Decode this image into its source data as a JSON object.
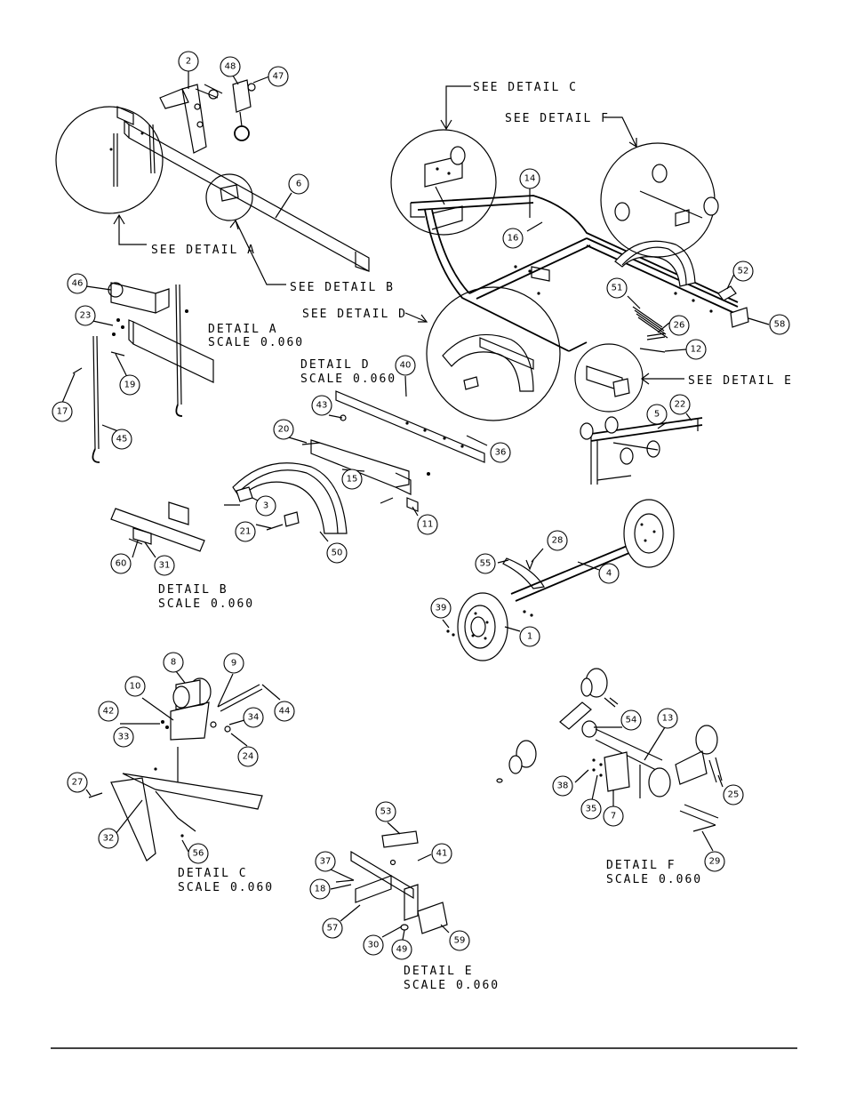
{
  "callouts": [
    "2",
    "48",
    "47",
    "6",
    "46",
    "23",
    "17",
    "19",
    "45",
    "60",
    "31",
    "43",
    "20",
    "40",
    "36",
    "15",
    "3",
    "21",
    "50",
    "11",
    "14",
    "16",
    "52",
    "51",
    "26",
    "58",
    "12",
    "5",
    "22",
    "28",
    "55",
    "4",
    "39",
    "1",
    "8",
    "9",
    "10",
    "42",
    "33",
    "34",
    "44",
    "24",
    "27",
    "32",
    "56",
    "53",
    "41",
    "37",
    "18",
    "57",
    "30",
    "49",
    "59",
    "54",
    "13",
    "38",
    "35",
    "7",
    "25",
    "29"
  ],
  "labels": {
    "see_detail_a": "SEE DETAIL  A",
    "see_detail_b": "SEE DETAIL  B",
    "see_detail_c": "SEE DETAIL  C",
    "see_detail_d": "SEE DETAIL  D",
    "see_detail_e": "SEE DETAIL  E",
    "see_detail_f": "SEE DETAIL  F",
    "detail_a_title": "DETAIL  A",
    "detail_a_scale": "SCALE  0.060",
    "detail_b_title": "DETAIL  B",
    "detail_b_scale": "SCALE  0.060",
    "detail_c_title": "DETAIL  C",
    "detail_c_scale": "SCALE  0.060",
    "detail_d_title": "DETAIL  D",
    "detail_d_scale": "SCALE  0.060",
    "detail_e_title": "DETAIL  E",
    "detail_e_scale": "SCALE  0.060",
    "detail_f_title": "DETAIL  F",
    "detail_f_scale": "SCALE  0.060"
  }
}
